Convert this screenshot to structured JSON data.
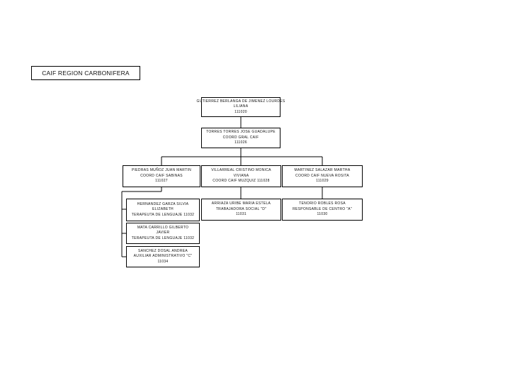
{
  "title": "CAIF REGION CARBONIFERA",
  "nodes": {
    "root": [
      "GUTIERREZ BERLANGA DE JIMENEZ LOURDES",
      "LILIANA",
      "111020"
    ],
    "coord": [
      "TORRES TORRES JOSE GUADALUPE",
      "COORD GRAL CAIF",
      "111026"
    ],
    "left1": [
      "PIEDRAS MUÑOZ JUAN MARTIN",
      "COORD CAIF SABINAS",
      "111027"
    ],
    "mid1": [
      "VILLARREAL CRISTINO MONICA",
      "VIVIANA",
      "COORD CAIF MUZQUIZ 111028"
    ],
    "right1": [
      "MARTINEZ SALAZAR MARTHA",
      "COORD CAIF NUEVA ROSITA",
      "111029"
    ],
    "left2": [
      "HERNANDEZ GARZA SILVIA",
      "ELIZABETH",
      "TERAPEUTA DE LENGUAJE 11032"
    ],
    "mid2": [
      "ARRIAZA URIBE MARIA ESTELA",
      "TRABAJADORA SOCIAL \"D\"",
      "11031"
    ],
    "right2": [
      "TENORIO ROBLES ROSA",
      "RESPONSABLE DE CENTRO \"A\"",
      "11030"
    ],
    "left3": [
      "MATA CARRILLO GILBERTO",
      "JAVIER",
      "TERAPEUTA DE LENGUAJE 11032"
    ],
    "left4": [
      "SANCHEZ DOSAL ANDREA",
      "AUXILIAR ADMINISTRATIVO \"C\"",
      "11034"
    ]
  }
}
